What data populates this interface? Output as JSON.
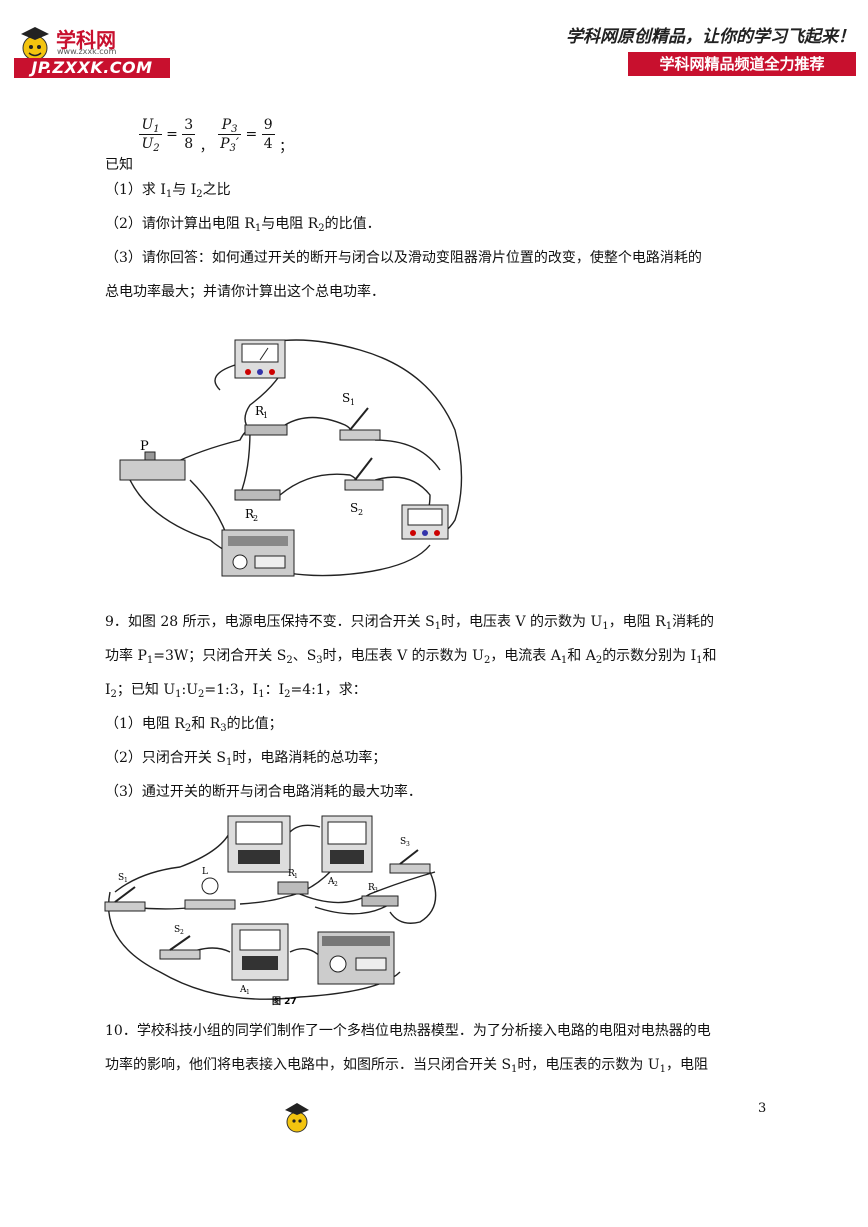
{
  "header": {
    "brand": "学科网",
    "brand_sub": "www.zxxk.com",
    "url": "JP.ZXXK.COM",
    "slogan": "学科网原创精品，让你的学习飞起来！",
    "banner": "学科网精品频道全力推荐"
  },
  "q8": {
    "known_prefix": "已知",
    "f1_num": "U",
    "f1_num_sub": "1",
    "f1_den": "U",
    "f1_den_sub": "2",
    "f1_eq": "=",
    "f1_rnum": "3",
    "f1_rden": "8",
    "sep": "，",
    "f2_num": "P",
    "f2_num_sub": "3",
    "f2_den": "P",
    "f2_den_sub": "3",
    "f2_den_prime": "′",
    "f2_eq": "=",
    "f2_rnum": "9",
    "f2_rden": "4",
    "end": "；",
    "p1_a": "（1）求 I",
    "p1_s1": "1",
    "p1_b": "与 I",
    "p1_s2": "2",
    "p1_c": "之比",
    "p2_a": "（2）请你计算出电阻 R",
    "p2_s1": "1",
    "p2_b": "与电阻 R",
    "p2_s2": "2",
    "p2_c": "的比值．",
    "p3_line1": "（3）请你回答：如何通过开关的断开与闭合以及滑动变阻器滑片位置的改变，使整个电路消耗的",
    "p3_line2": "总电功率最大；并请你计算出这个总电功率．",
    "fig_labels": {
      "r1": "R",
      "r1s": "1",
      "s1": "S",
      "s1s": "1",
      "p": "P",
      "r2": "R",
      "r2s": "2",
      "s2": "S",
      "s2s": "2"
    }
  },
  "q9": {
    "l1_a": "9．如图 28 所示，电源电压保持不变．只闭合开关 S",
    "l1_s1": "1",
    "l1_b": "时，电压表 V 的示数为 U",
    "l1_s2": "1",
    "l1_c": "，电阻 R",
    "l1_s3": "1",
    "l1_d": "消耗的",
    "l2_a": "功率 P",
    "l2_s1": "1",
    "l2_b": "=3W；只闭合开关 S",
    "l2_s2": "2",
    "l2_c": "、S",
    "l2_s3": "3",
    "l2_d": "时，电压表 V 的示数为 U",
    "l2_s4": "2",
    "l2_e": "，电流表 A",
    "l2_s5": "1",
    "l2_f": "和 A",
    "l2_s6": "2",
    "l2_g": "的示数分别为 I",
    "l2_s7": "1",
    "l2_h": "和",
    "l3_a": "I",
    "l3_s1": "2",
    "l3_b": "；已知 U",
    "l3_s2": "1",
    "l3_c": ":U",
    "l3_s3": "2",
    "l3_d": "=1:3，I",
    "l3_s4": "1",
    "l3_e": "：I",
    "l3_s5": "2",
    "l3_f": "=4:1，求：",
    "p1_a": "（1）电阻 R",
    "p1_s1": "2",
    "p1_b": "和 R",
    "p1_s2": "3",
    "p1_c": "的比值；",
    "p2_a": "（2）只闭合开关 S",
    "p2_s1": "1",
    "p2_b": "时，电路消耗的总功率；",
    "p3": "（3）通过开关的断开与闭合电路消耗的最大功率．",
    "fig_labels": {
      "s1": "S",
      "s1s": "1",
      "l": "L",
      "r1": "R",
      "r1s": "1",
      "a2": "A",
      "a2s": "2",
      "s3": "S",
      "s3s": "3",
      "r3": "R",
      "r3s": "3",
      "s2": "S",
      "s2s": "2",
      "a1": "A",
      "a1s": "1",
      "caption": "图 27"
    }
  },
  "q10": {
    "l1": "10．学校科技小组的同学们制作了一个多档位电热器模型．为了分析接入电路的电阻对电热器的电",
    "l2_a": "功率的影响，他们将电表接入电路中，如图所示．当只闭合开关 S",
    "l2_s1": "1",
    "l2_b": "时，电压表的示数为 U",
    "l2_s2": "1",
    "l2_c": "，电阻"
  },
  "footer": {
    "page_number": "3"
  }
}
